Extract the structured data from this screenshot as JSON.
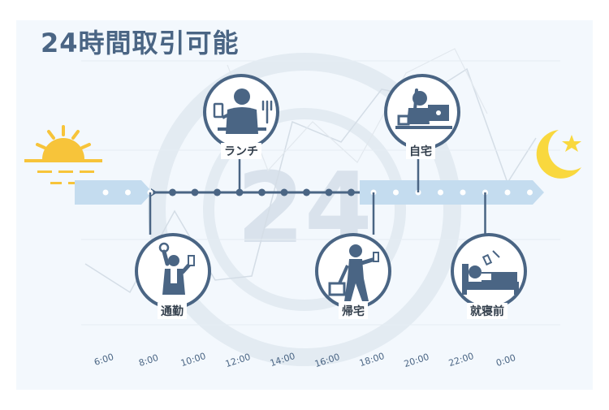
{
  "title": "24時間取引可能",
  "watermark": "24",
  "colors": {
    "primary": "#4a6584",
    "band": "#c4dcef",
    "panel": "#f3f8fd",
    "sun": "#f7c43a",
    "moon": "#f9d83e"
  },
  "events": [
    {
      "label": "通勤",
      "icon": "commuter-holding-strap-icon",
      "time": "8:00",
      "side": "bottom"
    },
    {
      "label": "ランチ",
      "icon": "lunch-phone-fork-icon",
      "time": "12:00",
      "side": "top"
    },
    {
      "label": "帰宅",
      "icon": "walking-home-with-bag-icon",
      "time": "18:00",
      "side": "bottom"
    },
    {
      "label": "自宅",
      "icon": "laptop-at-home-icon",
      "time": "20:00",
      "side": "top"
    },
    {
      "label": "就寝前",
      "icon": "bed-with-phone-icon",
      "time": "23:00",
      "side": "bottom"
    }
  ],
  "time_ticks": [
    "6:00",
    "8:00",
    "10:00",
    "12:00",
    "14:00",
    "16:00",
    "18:00",
    "20:00",
    "22:00",
    "0:00"
  ],
  "decorations": {
    "sunrise": "sunrise-icon",
    "moon": "crescent-moon-icon"
  }
}
